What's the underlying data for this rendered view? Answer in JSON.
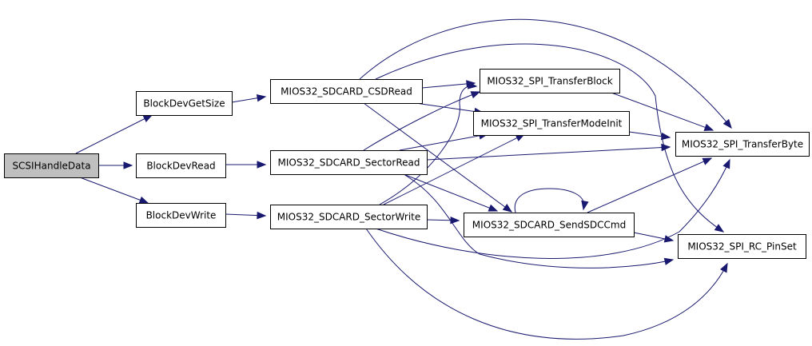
{
  "nodes": {
    "scsi_handle_data": "SCSIHandleData",
    "block_dev_get_size": "BlockDevGetSize",
    "block_dev_read": "BlockDevRead",
    "block_dev_write": "BlockDevWrite",
    "csd_read": "MIOS32_SDCARD_CSDRead",
    "sector_read": "MIOS32_SDCARD_SectorRead",
    "sector_write": "MIOS32_SDCARD_SectorWrite",
    "spi_transfer_block": "MIOS32_SPI_TransferBlock",
    "spi_transfer_mode_init": "MIOS32_SPI_TransferModeInit",
    "send_sdc_cmd": "MIOS32_SDCARD_SendSDCCmd",
    "spi_transfer_byte": "MIOS32_SPI_TransferByte",
    "spi_rc_pin_set": "MIOS32_SPI_RC_PinSet"
  },
  "edges": [
    [
      "scsi_handle_data",
      "block_dev_get_size"
    ],
    [
      "scsi_handle_data",
      "block_dev_read"
    ],
    [
      "scsi_handle_data",
      "block_dev_write"
    ],
    [
      "block_dev_get_size",
      "csd_read"
    ],
    [
      "block_dev_read",
      "sector_read"
    ],
    [
      "block_dev_write",
      "sector_write"
    ],
    [
      "csd_read",
      "spi_transfer_block"
    ],
    [
      "csd_read",
      "spi_transfer_mode_init"
    ],
    [
      "csd_read",
      "send_sdc_cmd"
    ],
    [
      "csd_read",
      "spi_transfer_byte"
    ],
    [
      "csd_read",
      "spi_rc_pin_set"
    ],
    [
      "sector_read",
      "spi_transfer_block"
    ],
    [
      "sector_read",
      "spi_transfer_mode_init"
    ],
    [
      "sector_read",
      "spi_transfer_byte"
    ],
    [
      "sector_read",
      "send_sdc_cmd"
    ],
    [
      "sector_read",
      "spi_rc_pin_set"
    ],
    [
      "sector_write",
      "spi_transfer_block"
    ],
    [
      "sector_write",
      "spi_transfer_mode_init"
    ],
    [
      "sector_write",
      "send_sdc_cmd"
    ],
    [
      "sector_write",
      "spi_transfer_byte"
    ],
    [
      "sector_write",
      "spi_rc_pin_set"
    ],
    [
      "spi_transfer_block",
      "spi_transfer_byte"
    ],
    [
      "spi_transfer_mode_init",
      "spi_transfer_byte"
    ],
    [
      "send_sdc_cmd",
      "spi_transfer_byte"
    ],
    [
      "send_sdc_cmd",
      "spi_rc_pin_set"
    ],
    [
      "send_sdc_cmd",
      "send_sdc_cmd"
    ]
  ],
  "colors": {
    "edge": "#191970",
    "root_fill": "#bfbfbf",
    "node_fill": "#ffffff",
    "node_border": "#000000"
  }
}
